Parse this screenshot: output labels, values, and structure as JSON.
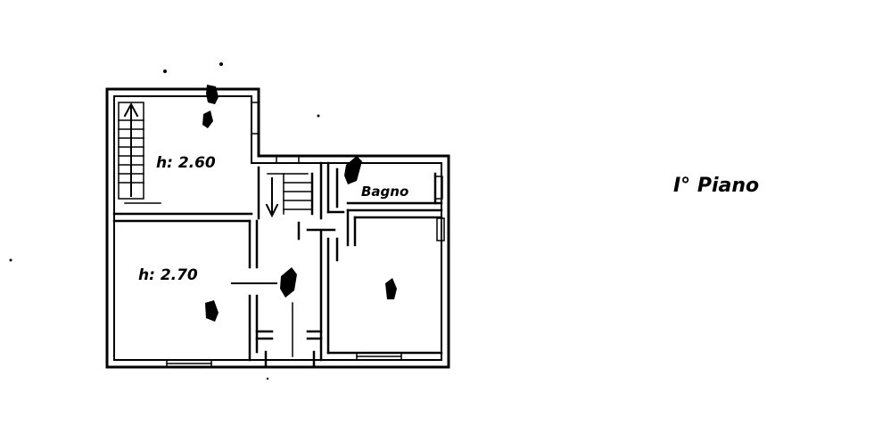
{
  "labels": {
    "height_upper_room": "h: 2.60",
    "height_lower_room": "h: 2.70",
    "bathroom": "Bagno",
    "floor_title": "I° Piano"
  },
  "colors": {
    "ink": "#000000",
    "paper": "#ffffff"
  }
}
